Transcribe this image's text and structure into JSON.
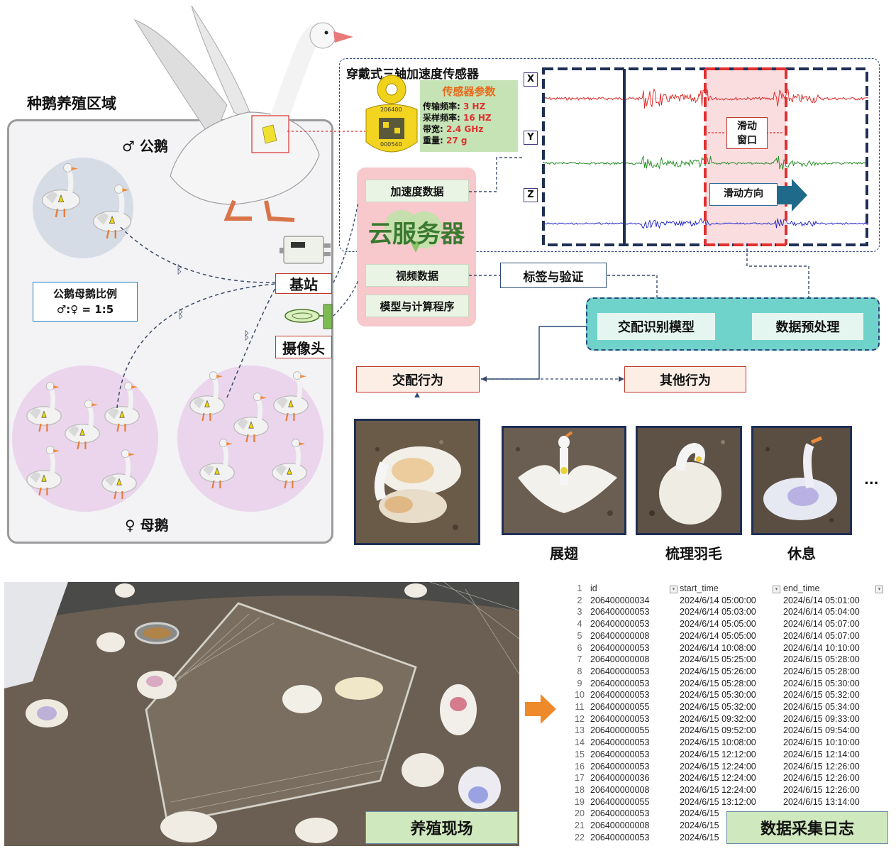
{
  "top": {
    "breeding_area_title": "种鹅养殖区域",
    "male_label": "♂ 公鹅",
    "female_label": "♀ 母鹅",
    "ratio_title": "公鹅母鹅比例",
    "ratio_value": "♂:♀ = 1:5",
    "base_station": "基站",
    "camera": "摄像头",
    "sensor_title": "穿戴式三轴加速度传感器",
    "sensor_params": {
      "title": "传感器参数",
      "rows": [
        {
          "label": "传输频率:",
          "value": "3 HZ"
        },
        {
          "label": "采样频率:",
          "value": "16 HZ"
        },
        {
          "label": "带宽:",
          "value": "2.4 GHz"
        },
        {
          "label": "重量:",
          "value": "27 g"
        }
      ]
    },
    "tag_id": "206400",
    "tag_id2": "000540",
    "cloud": {
      "title": "云服务器",
      "items": [
        "加速度数据",
        "视频数据",
        "模型与计算程序"
      ]
    },
    "axes": [
      "X",
      "Y",
      "Z"
    ],
    "sliding_window": "滑动\n窗口",
    "sliding_direction": "滑动方向",
    "label_verify": "标签与验证",
    "mating_model": "交配识别模型",
    "preprocess": "数据预处理",
    "mating_behavior": "交配行为",
    "other_behavior": "其他行为",
    "captions": [
      "展翅",
      "梳理羽毛",
      "休息"
    ],
    "ellipsis": "..."
  },
  "bottom": {
    "scene_label": "养殖现场",
    "log_label": "数据采集日志",
    "table": {
      "headers": [
        "id",
        "start_time",
        "end_time"
      ],
      "rows": [
        [
          "206400000034",
          "2024/6/14 05:00:00",
          "2024/6/14 05:01:00"
        ],
        [
          "206400000053",
          "2024/6/14 05:03:00",
          "2024/6/14 05:04:00"
        ],
        [
          "206400000053",
          "2024/6/14 05:05:00",
          "2024/6/14 05:07:00"
        ],
        [
          "206400000008",
          "2024/6/14 05:05:00",
          "2024/6/14 05:07:00"
        ],
        [
          "206400000053",
          "2024/6/14 10:08:00",
          "2024/6/14 10:10:00"
        ],
        [
          "206400000008",
          "2024/6/15 05:25:00",
          "2024/6/15 05:28:00"
        ],
        [
          "206400000053",
          "2024/6/15 05:26:00",
          "2024/6/15 05:28:00"
        ],
        [
          "206400000053",
          "2024/6/15 05:28:00",
          "2024/6/15 05:30:00"
        ],
        [
          "206400000053",
          "2024/6/15 05:30:00",
          "2024/6/15 05:32:00"
        ],
        [
          "206400000055",
          "2024/6/15 05:32:00",
          "2024/6/15 05:34:00"
        ],
        [
          "206400000053",
          "2024/6/15 09:32:00",
          "2024/6/15 09:33:00"
        ],
        [
          "206400000055",
          "2024/6/15 09:52:00",
          "2024/6/15 09:54:00"
        ],
        [
          "206400000053",
          "2024/6/15 10:08:00",
          "2024/6/15 10:10:00"
        ],
        [
          "206400000053",
          "2024/6/15 12:12:00",
          "2024/6/15 12:14:00"
        ],
        [
          "206400000053",
          "2024/6/15 12:24:00",
          "2024/6/15 12:26:00"
        ],
        [
          "206400000036",
          "2024/6/15 12:24:00",
          "2024/6/15 12:26:00"
        ],
        [
          "206400000008",
          "2024/6/15 12:24:00",
          "2024/6/15 12:26:00"
        ],
        [
          "206400000055",
          "2024/6/15 13:12:00",
          "2024/6/15 13:14:00"
        ],
        [
          "206400000053",
          "2024/6/15",
          ""
        ],
        [
          "206400000008",
          "2024/6/15",
          ""
        ],
        [
          "206400000053",
          "2024/6/15",
          ""
        ]
      ]
    }
  },
  "colors": {
    "accent_red": "#e03030",
    "param_green": "#c6e3b5",
    "cloud_pink": "#f7c9cc",
    "teal": "#6fd3cc",
    "navy": "#1f2f55",
    "x_signal": "#e02020",
    "y_signal": "#1f8a1f",
    "z_signal": "#2020d0"
  }
}
